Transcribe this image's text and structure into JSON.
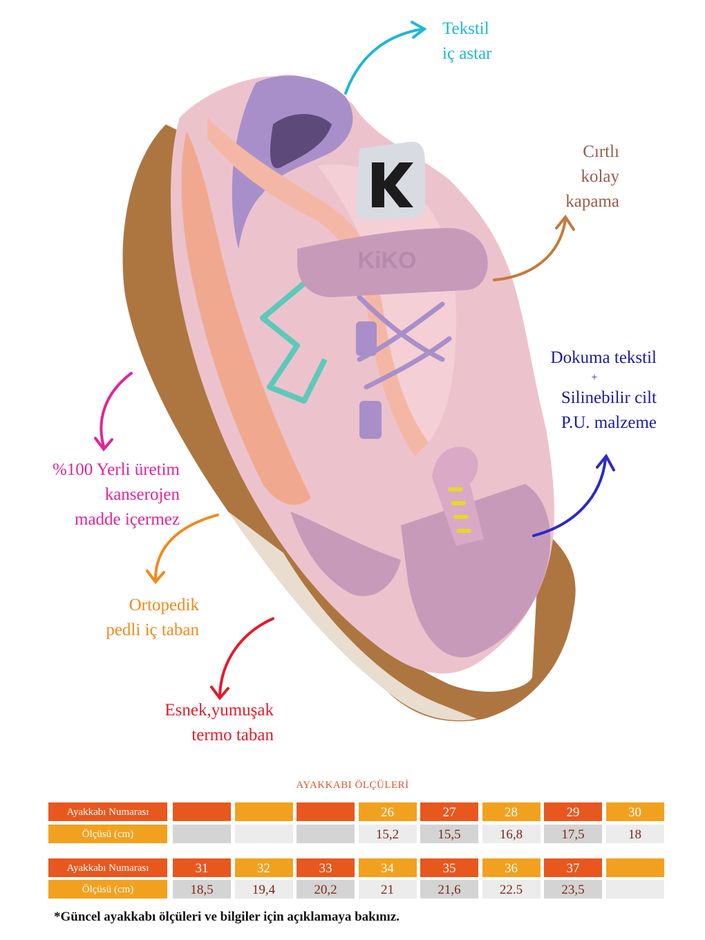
{
  "callouts": {
    "lining": {
      "lines": [
        "Tekstil",
        "iç astar"
      ],
      "color": "#1db7d6"
    },
    "closure": {
      "lines": [
        "Cırtlı",
        "kolay",
        "kapama"
      ],
      "color": "#9a5a4a"
    },
    "material": {
      "lines": [
        "Dokuma tekstil",
        "+",
        "Silinebilir cilt",
        "P.U. malzeme"
      ],
      "color": "#1a1aa6"
    },
    "production": {
      "lines": [
        "%100 Yerli üretim",
        "kanserojen",
        "madde içermez"
      ],
      "color": "#e0249a"
    },
    "insole": {
      "lines": [
        "Ortopedik",
        "pedli iç taban"
      ],
      "color": "#f08a1c"
    },
    "sole": {
      "lines": [
        "Esnek,yumuşak",
        "termo taban"
      ],
      "color": "#e31b2a"
    }
  },
  "shoe": {
    "logo_text": "KiKO"
  },
  "size_table": {
    "title": "AYAKKABI ÖLÇÜLERİ",
    "row_label_size": "Ayakkabı Numarası",
    "row_label_length": "Ölçüsü (cm)",
    "group1_sizes": [
      "",
      "",
      "",
      "26",
      "27",
      "28",
      "29",
      "30"
    ],
    "group1_lengths": [
      "",
      "",
      "",
      "15,2",
      "15,5",
      "16,8",
      "17,5",
      "18"
    ],
    "group2_sizes": [
      "31",
      "32",
      "33",
      "34",
      "35",
      "36",
      "37",
      ""
    ],
    "group2_lengths": [
      "18,5",
      "19,4",
      "20,2",
      "21",
      "21,6",
      "22.5",
      "23,5",
      ""
    ],
    "note": "*Güncel ayakkabı ölçüleri ve bilgiler için açıklamaya bakınız."
  },
  "colors": {
    "header_dark": "#e8571e",
    "header_light": "#f2a11f",
    "cell_grey": "#d4d4d4",
    "cell_light": "#ececec"
  }
}
